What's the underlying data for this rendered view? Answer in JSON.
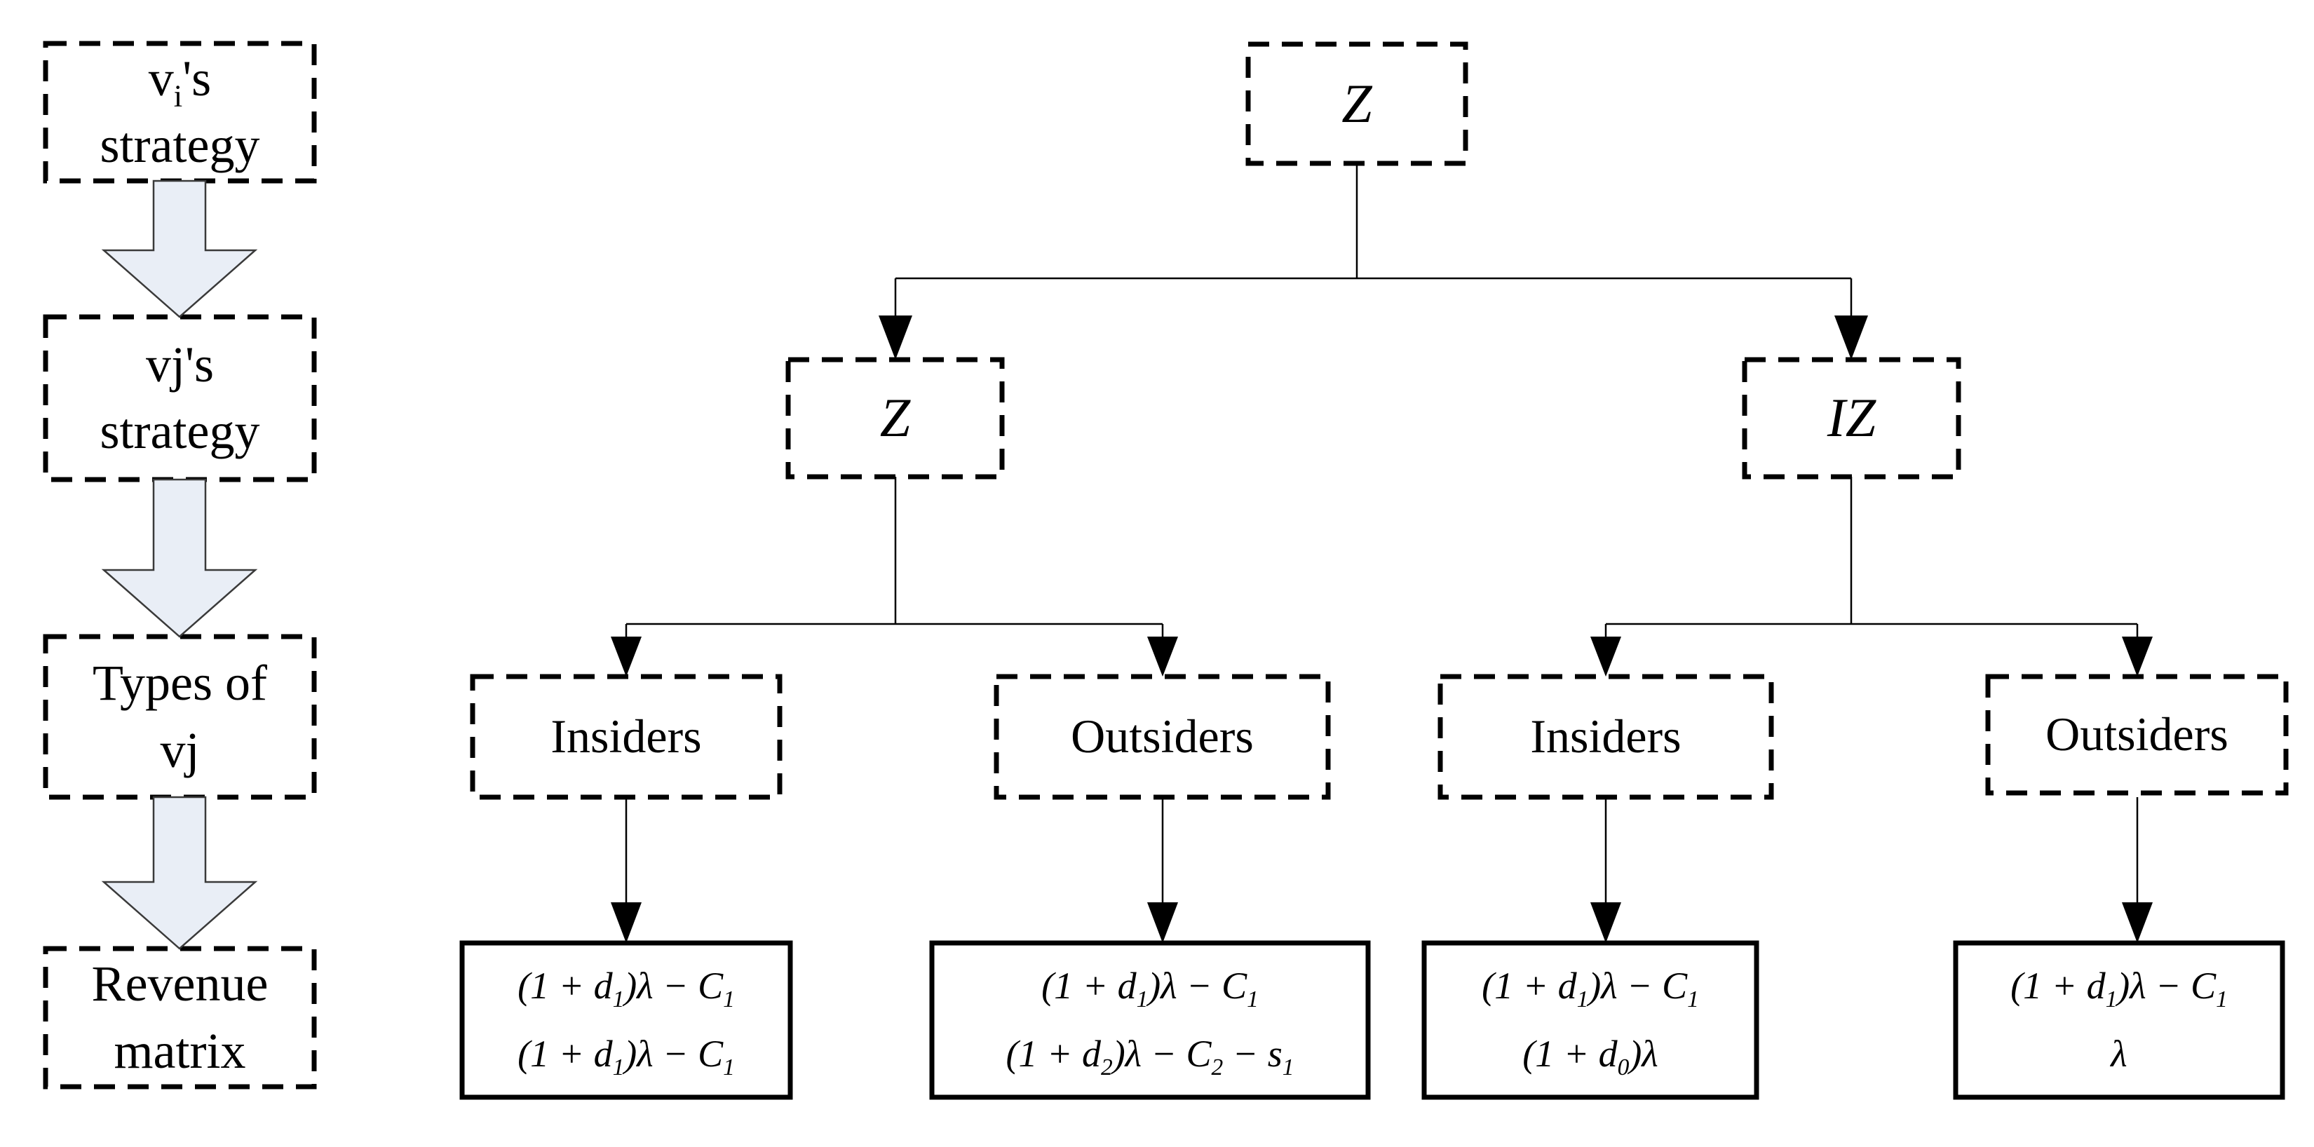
{
  "colors": {
    "background": "#ffffff",
    "line": "#000000",
    "block_arrow_fill": "#e9eef6",
    "block_arrow_stroke": "#3a3a3a"
  },
  "left_flow": {
    "steps": [
      {
        "line1": "v_i's",
        "line2": "strategy"
      },
      {
        "line1": "vj's",
        "line2": "strategy"
      },
      {
        "line1": "Types of",
        "line2": "vj"
      },
      {
        "line1": "Revenue",
        "line2": "matrix"
      }
    ]
  },
  "tree": {
    "root_label": "Z",
    "branch_left_label": "Z",
    "branch_right_label": "IZ",
    "type_nodes": [
      {
        "label": "Insiders"
      },
      {
        "label": "Outsiders"
      },
      {
        "label": "Insiders"
      },
      {
        "label": "Outsiders"
      }
    ],
    "payoff_boxes": [
      {
        "line1": "(1 + d_1)λ − C_1",
        "line2": "(1 + d_1)λ − C_1"
      },
      {
        "line1": "(1 + d_1)λ − C_1",
        "line2": "(1 + d_2)λ − C_2 − s_1"
      },
      {
        "line1": "(1 + d_1)λ − C_1",
        "line2": "(1 + d_0)λ"
      },
      {
        "line1": "(1 + d_1)λ − C_1",
        "line2": "λ"
      }
    ]
  }
}
